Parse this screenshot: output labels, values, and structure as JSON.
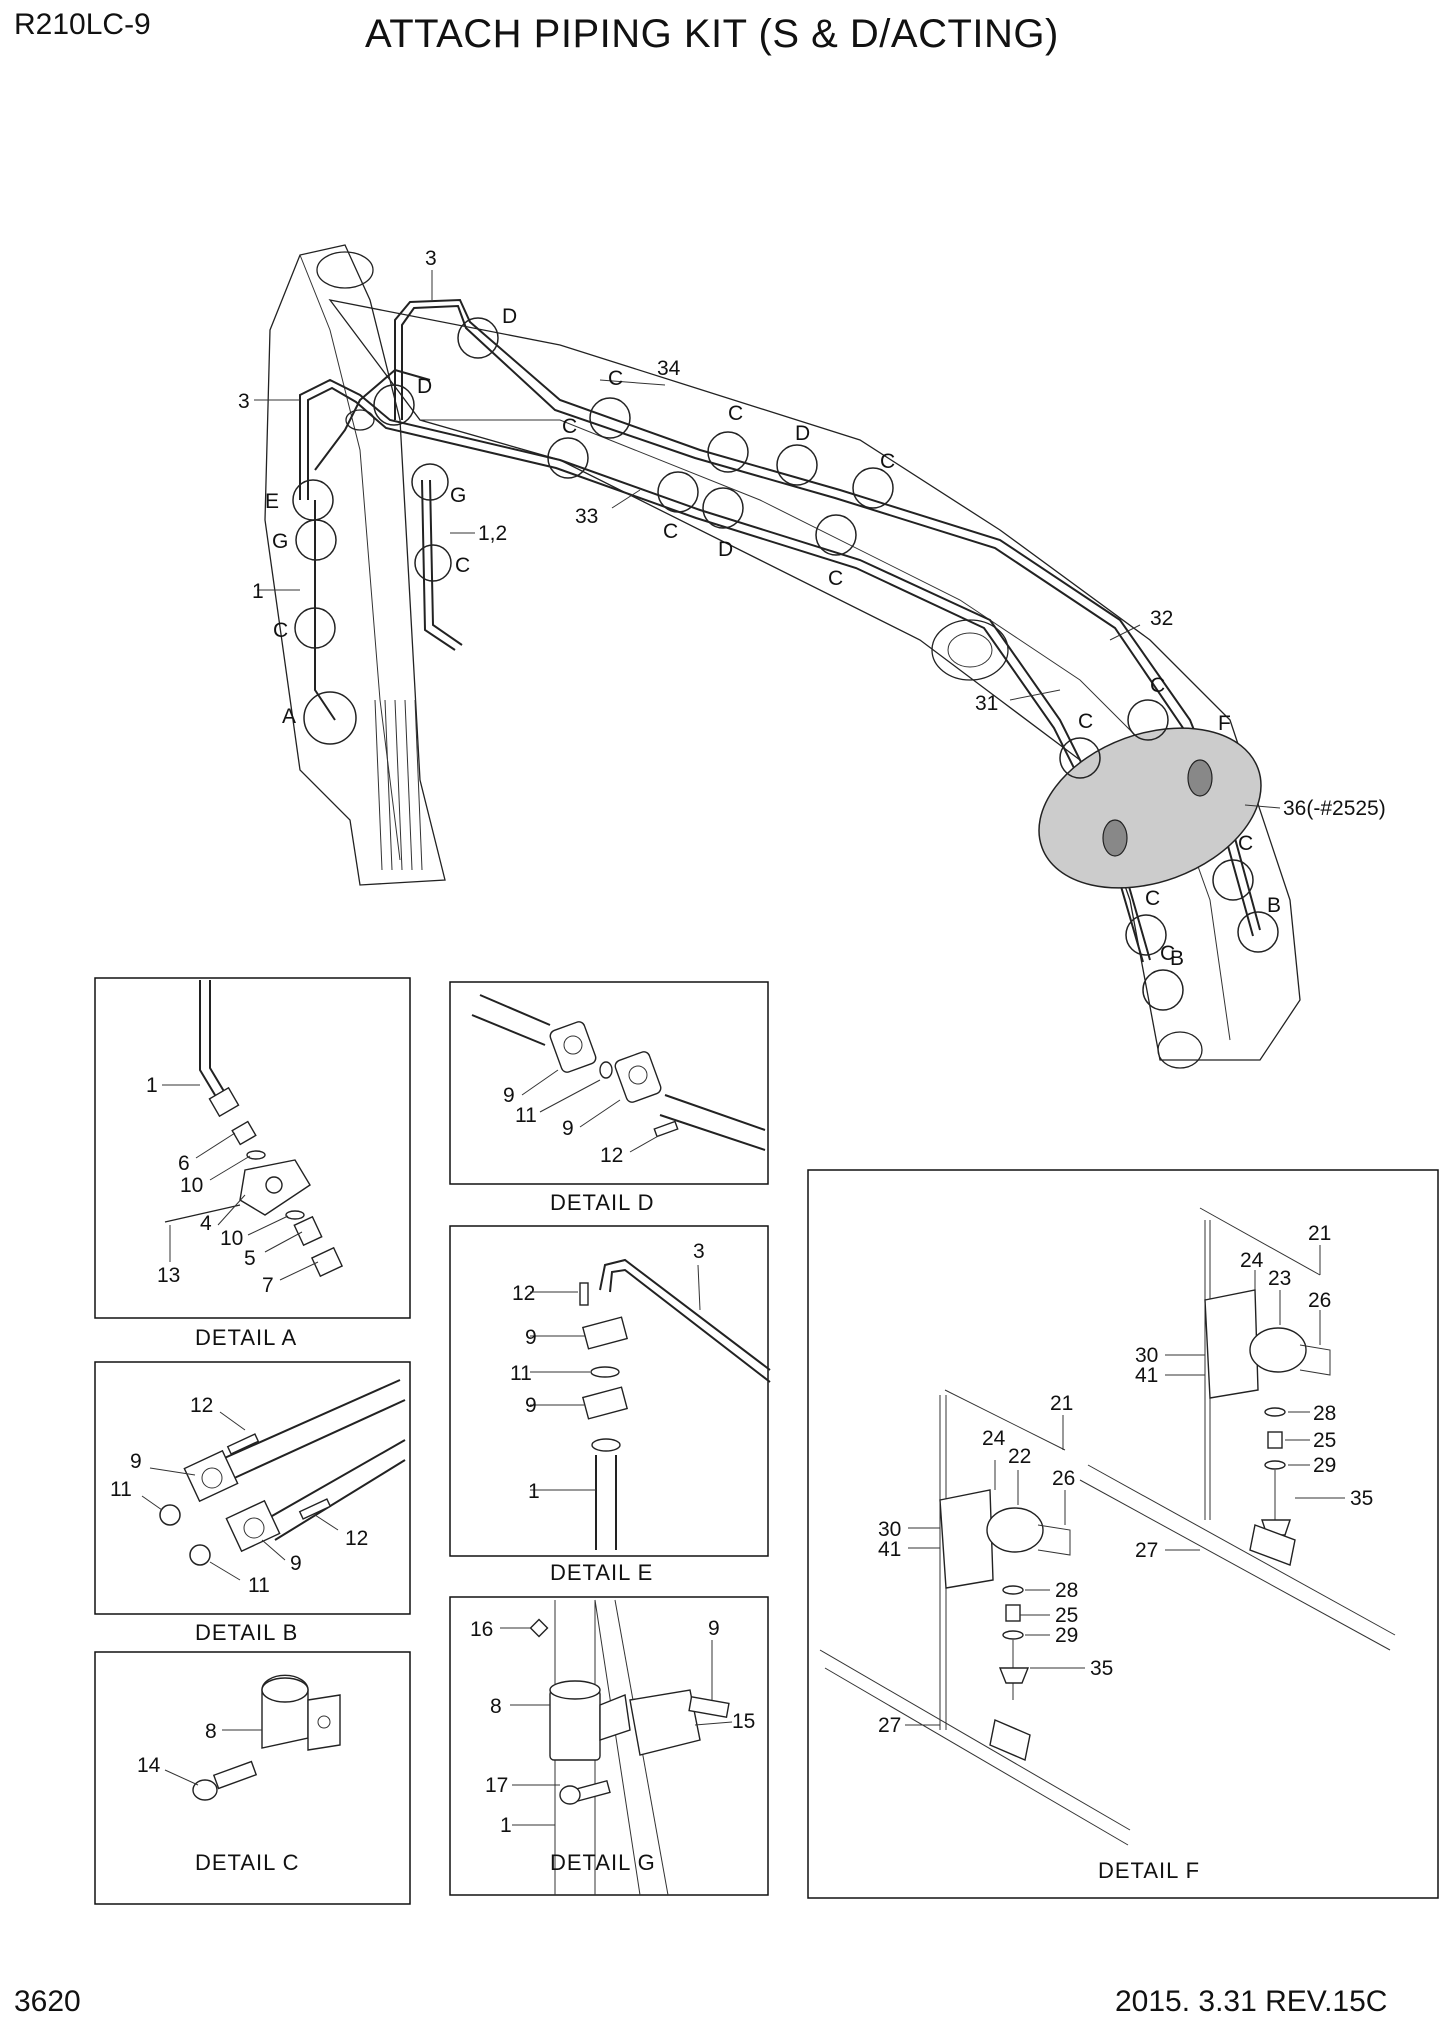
{
  "header": {
    "model": "R210LC-9",
    "title": "ATTACH PIPING KIT (S & D/ACTING)"
  },
  "footer": {
    "page_number": "3620",
    "revision": "2015. 3.31  REV.15C"
  },
  "main_callouts": {
    "c3a": "3",
    "c3b": "3",
    "c34": "34",
    "c33": "33",
    "c1": "1",
    "c12": "1,2",
    "c31": "31",
    "c32": "32",
    "c36": "36(-#2525)",
    "D1": "D",
    "D2": "D",
    "D3": "D",
    "D4": "D",
    "C1": "C",
    "C2": "C",
    "C3": "C",
    "C4": "C",
    "C5": "C",
    "C6": "C",
    "C7": "C",
    "C8": "C",
    "C9": "C",
    "C10": "C",
    "C11": "C",
    "C12": "C",
    "C13": "C",
    "E": "E",
    "G1": "G",
    "G2": "G",
    "A": "A",
    "F": "F",
    "B1": "B",
    "B2": "B"
  },
  "detail_a": {
    "caption": "DETAIL  A",
    "labels": {
      "p1": "1",
      "p6": "6",
      "p10a": "10",
      "p4": "4",
      "p13": "13",
      "p10b": "10",
      "p5": "5",
      "p7": "7"
    }
  },
  "detail_b": {
    "caption": "DETAIL  B",
    "labels": {
      "p12a": "12",
      "p9a": "9",
      "p11a": "11",
      "p12b": "12",
      "p9b": "9",
      "p11b": "11"
    }
  },
  "detail_c": {
    "caption": "DETAIL  C",
    "labels": {
      "p8": "8",
      "p14": "14"
    }
  },
  "detail_d": {
    "caption": "DETAIL  D",
    "labels": {
      "p9a": "9",
      "p11": "11",
      "p9b": "9",
      "p12": "12"
    }
  },
  "detail_e": {
    "caption": "DETAIL  E",
    "labels": {
      "p3": "3",
      "p12": "12",
      "p9a": "9",
      "p11": "11",
      "p9b": "9",
      "p1": "1"
    }
  },
  "detail_g": {
    "caption": "DETAIL  G",
    "labels": {
      "p16": "16",
      "p9": "9",
      "p8": "8",
      "p15": "15",
      "p17": "17",
      "p1": "1"
    }
  },
  "detail_f": {
    "caption": "DETAIL  F",
    "labels": {
      "u21": "21",
      "u24": "24",
      "u23": "23",
      "u26": "26",
      "u30": "30",
      "u41": "41",
      "u28": "28",
      "u25": "25",
      "u29": "29",
      "u35": "35",
      "u27": "27",
      "l21": "21",
      "l24": "24",
      "l22": "22",
      "l26": "26",
      "l30": "30",
      "l41": "41",
      "l28": "28",
      "l25": "25",
      "l29": "29",
      "l35": "35",
      "l27": "27"
    }
  }
}
